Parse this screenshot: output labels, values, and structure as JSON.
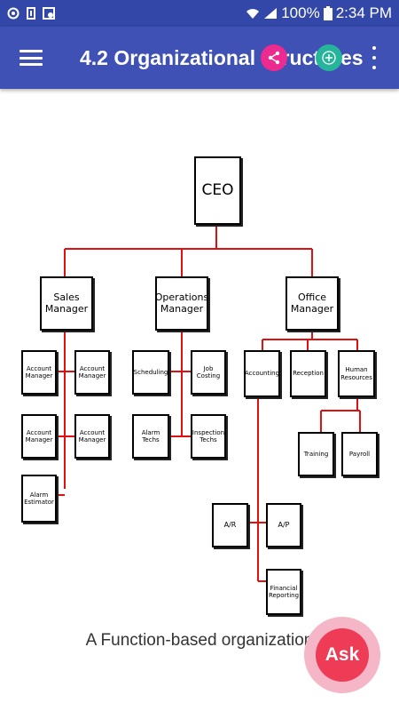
{
  "status": {
    "battery_pct": "100%",
    "time": "2:34 PM"
  },
  "appbar": {
    "title": "4.2 Organizational Structures"
  },
  "chart": {
    "ceo": "CEO",
    "sales_manager": [
      "Sales",
      "Manager"
    ],
    "operations_manager": [
      "Operations",
      "Manager"
    ],
    "office_manager": [
      "Office",
      "Manager"
    ],
    "account_manager_1": [
      "Account",
      "Manager"
    ],
    "account_manager_2": [
      "Account",
      "Manager"
    ],
    "account_manager_3": [
      "Account",
      "Manager"
    ],
    "account_manager_4": [
      "Account",
      "Manager"
    ],
    "alarm_estimator": [
      "Alarm",
      "Estimator"
    ],
    "scheduling": "Scheduling",
    "job_costing": [
      "Job",
      "Costing"
    ],
    "alarm_techs": [
      "Alarm",
      "Techs"
    ],
    "inspection_techs": [
      "Inspection",
      "Techs"
    ],
    "accounting": "Accounting",
    "reception": "Reception",
    "human_resources": [
      "Human",
      "Resources"
    ],
    "training": "Training",
    "payroll": "Payroll",
    "ar": "A/R",
    "ap": "A/P",
    "financial_reporting": [
      "Financial",
      "Reporting"
    ]
  },
  "caption": "A Function-based organization",
  "fab": {
    "label": "Ask"
  }
}
